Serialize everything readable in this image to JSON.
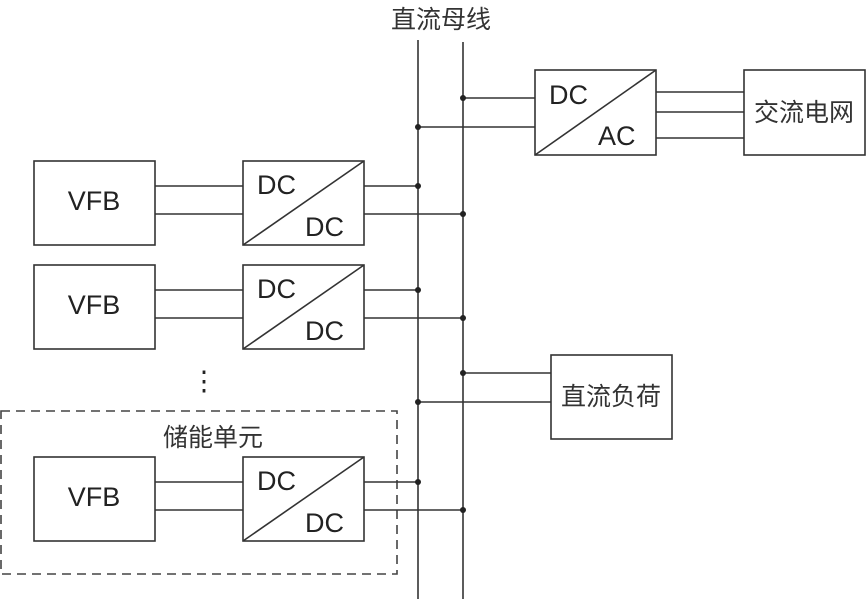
{
  "diagram": {
    "bus_label": "直流母线",
    "grid": {
      "converter": {
        "top": "DC",
        "bottom": "AC"
      },
      "label": "交流电网"
    },
    "load": {
      "label": "直流负荷"
    },
    "storage_units": [
      {
        "source": "VFB",
        "converter_top": "DC",
        "converter_bottom": "DC"
      },
      {
        "source": "VFB",
        "converter_top": "DC",
        "converter_bottom": "DC"
      },
      {
        "source": "VFB",
        "converter_top": "DC",
        "converter_bottom": "DC"
      }
    ],
    "ellipsis": "⋮",
    "storage_group_label": "储能单元"
  }
}
